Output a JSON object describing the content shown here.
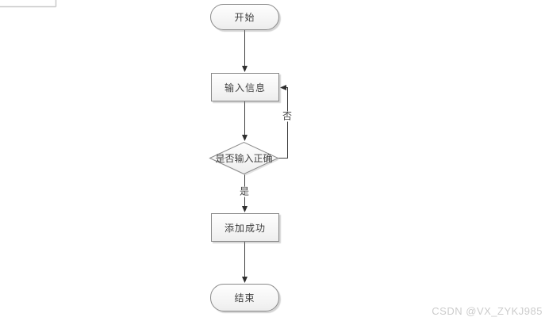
{
  "diagram": {
    "type": "flowchart",
    "nodes": [
      {
        "id": "start",
        "shape": "terminator",
        "label": "开始"
      },
      {
        "id": "input",
        "shape": "process",
        "label": "输入信息"
      },
      {
        "id": "decision",
        "shape": "decision",
        "label": "是否输入正确"
      },
      {
        "id": "success",
        "shape": "process",
        "label": "添加成功"
      },
      {
        "id": "end",
        "shape": "terminator",
        "label": "结束"
      }
    ],
    "edges": [
      {
        "from": "start",
        "to": "input",
        "label": ""
      },
      {
        "from": "input",
        "to": "decision",
        "label": ""
      },
      {
        "from": "decision",
        "to": "input",
        "label": "否"
      },
      {
        "from": "decision",
        "to": "success",
        "label": "是"
      },
      {
        "from": "success",
        "to": "end",
        "label": ""
      }
    ],
    "colors": {
      "node_fill_top": "#fefefe",
      "node_fill_bottom": "#ededed",
      "node_border": "#8a8a8a",
      "connector": "#3f3f3f",
      "text": "#3f3f3f",
      "shadow": "#b4b4b4",
      "page_edge": "#c9c9c9",
      "watermark": "#cccccc"
    }
  },
  "watermark": {
    "text": "CSDN @VX_ZYKJ985"
  }
}
